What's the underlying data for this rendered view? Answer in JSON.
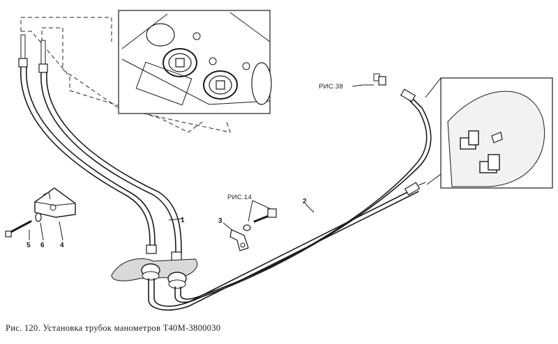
{
  "figure": {
    "caption": "Рис. 120. Установка трубок манометров Т40М-3800030",
    "references": {
      "fig38": "РИС.38",
      "fig14": "РИС.14"
    },
    "callouts": {
      "c1": "1",
      "c2": "2",
      "c3": "3",
      "c4": "4",
      "c5": "5",
      "c6": "6"
    }
  }
}
